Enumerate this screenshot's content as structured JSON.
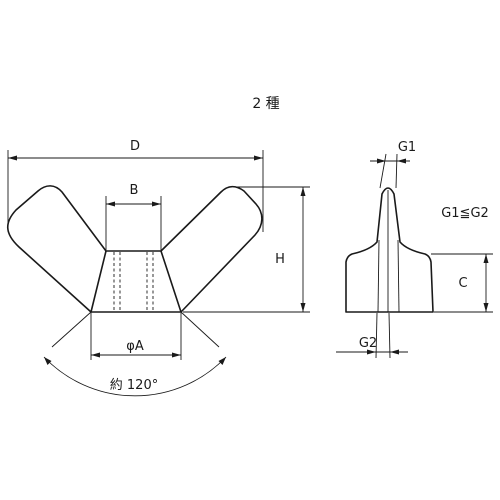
{
  "title": "2 種",
  "front_view": {
    "dim_D": "D",
    "dim_B": "B",
    "dim_H": "H",
    "dim_phiA": "φA",
    "angle_note": "約 120°"
  },
  "side_view": {
    "dim_G1": "G1",
    "dim_G2": "G2",
    "dim_C": "C",
    "relation": "G1≦G2"
  }
}
